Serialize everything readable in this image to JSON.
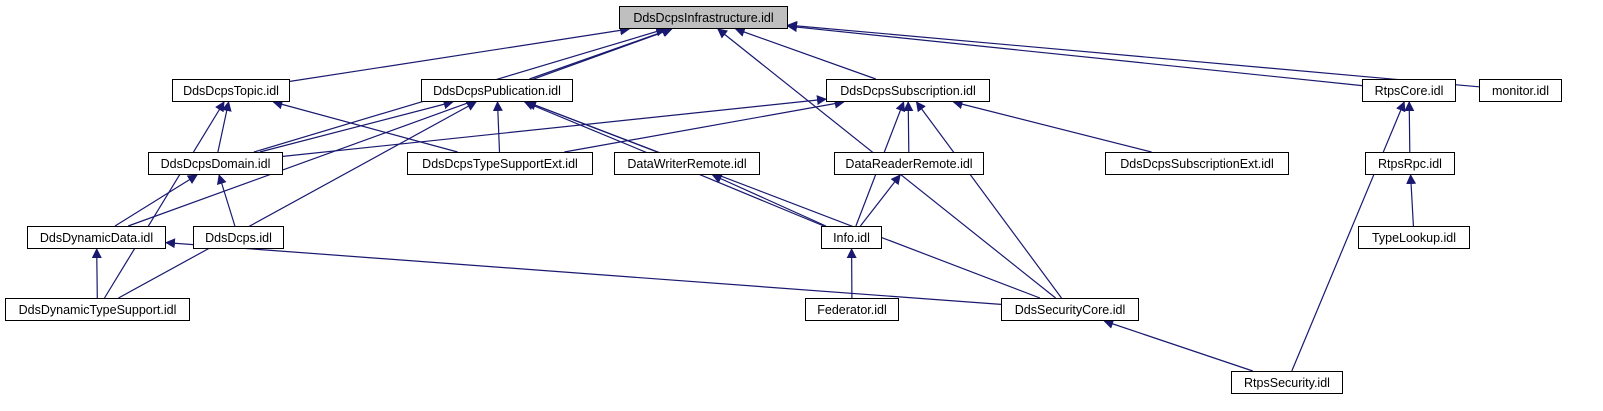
{
  "graph": {
    "edge_color": "#191970",
    "root_fill": "#bfbfbf",
    "nodes": {
      "infra": "DdsDcpsInfrastructure.idl",
      "topic": "DdsDcpsTopic.idl",
      "publication": "DdsDcpsPublication.idl",
      "subscription": "DdsDcpsSubscription.idl",
      "rtpscore": "RtpsCore.idl",
      "monitor": "monitor.idl",
      "domain": "DdsDcpsDomain.idl",
      "typesupportext": "DdsDcpsTypeSupportExt.idl",
      "datawriterremote": "DataWriterRemote.idl",
      "datareaderremote": "DataReaderRemote.idl",
      "subscriptionext": "DdsDcpsSubscriptionExt.idl",
      "rtpsrpc": "RtpsRpc.idl",
      "dynamicdata": "DdsDynamicData.idl",
      "ddsdcps": "DdsDcps.idl",
      "info": "Info.idl",
      "typelookup": "TypeLookup.idl",
      "dynamictypesupport": "DdsDynamicTypeSupport.idl",
      "federator": "Federator.idl",
      "securitycore": "DdsSecurityCore.idl",
      "rtpssecurity": "RtpsSecurity.idl"
    },
    "edges": [
      [
        "topic",
        "infra"
      ],
      [
        "publication",
        "infra"
      ],
      [
        "subscription",
        "infra"
      ],
      [
        "rtpscore",
        "infra"
      ],
      [
        "monitor",
        "infra"
      ],
      [
        "domain",
        "infra"
      ],
      [
        "dynamicdata",
        "infra"
      ],
      [
        "securitycore",
        "infra"
      ],
      [
        "domain",
        "topic"
      ],
      [
        "typesupportext",
        "topic"
      ],
      [
        "dynamictypesupport",
        "topic"
      ],
      [
        "domain",
        "publication"
      ],
      [
        "typesupportext",
        "publication"
      ],
      [
        "datawriterremote",
        "publication"
      ],
      [
        "info",
        "publication"
      ],
      [
        "dynamictypesupport",
        "publication"
      ],
      [
        "securitycore",
        "publication"
      ],
      [
        "domain",
        "subscription"
      ],
      [
        "typesupportext",
        "subscription"
      ],
      [
        "datareaderremote",
        "subscription"
      ],
      [
        "subscriptionext",
        "subscription"
      ],
      [
        "info",
        "subscription"
      ],
      [
        "securitycore",
        "subscription"
      ],
      [
        "dynamicdata",
        "domain"
      ],
      [
        "ddsdcps",
        "domain"
      ],
      [
        "info",
        "datawriterremote"
      ],
      [
        "info",
        "datareaderremote"
      ],
      [
        "federator",
        "info"
      ],
      [
        "dynamictypesupport",
        "dynamicdata"
      ],
      [
        "securitycore",
        "dynamicdata"
      ],
      [
        "rtpsrpc",
        "rtpscore"
      ],
      [
        "rtpssecurity",
        "rtpscore"
      ],
      [
        "typelookup",
        "rtpsrpc"
      ],
      [
        "rtpssecurity",
        "securitycore"
      ]
    ]
  }
}
